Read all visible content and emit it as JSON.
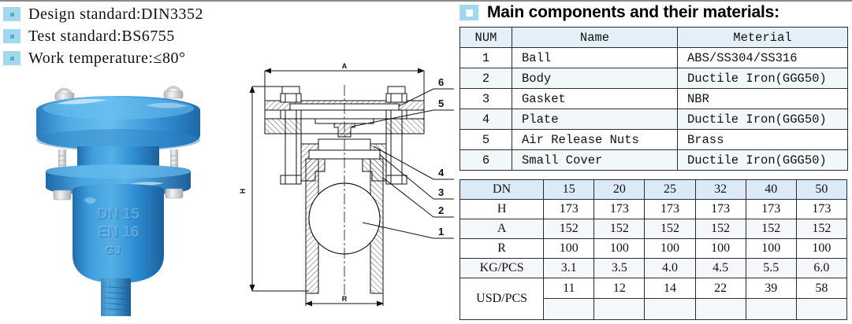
{
  "specs": [
    {
      "label": "Design standard:DIN3352"
    },
    {
      "label": "Test standard:BS6755"
    },
    {
      "label": "Work temperature:≤80°"
    }
  ],
  "product_photo": {
    "name": "blue-air-release-valve",
    "embossed_lines": [
      "DN 15",
      "EN 16",
      "GJ"
    ],
    "body_color": "#2f8fd4",
    "bolt_color": "#e8e8e8"
  },
  "drawing": {
    "name": "valve-cross-section",
    "dimension_labels": {
      "width_top": "A",
      "height_left": "H",
      "width_bottom": "R"
    },
    "callouts": [
      "6",
      "5",
      "4",
      "3",
      "2",
      "1"
    ]
  },
  "materials_panel": {
    "title": "Main components and their materials:",
    "headers": [
      "NUM",
      "Name",
      "Meterial"
    ],
    "rows": [
      {
        "num": "1",
        "name": "Ball",
        "material": "ABS/SS304/SS316"
      },
      {
        "num": "2",
        "name": "Body",
        "material": "Ductile Iron(GGG50)"
      },
      {
        "num": "3",
        "name": "Gasket",
        "material": "NBR"
      },
      {
        "num": "4",
        "name": "Plate",
        "material": "Ductile Iron(GGG50)"
      },
      {
        "num": "5",
        "name": "Air Release Nuts",
        "material": "Brass"
      },
      {
        "num": "6",
        "name": "Small Cover",
        "material": "Ductile Iron(GGG50)"
      }
    ]
  },
  "dimensions_table": {
    "header_label": "DN",
    "sizes": [
      "15",
      "20",
      "25",
      "32",
      "40",
      "50"
    ],
    "rows": [
      {
        "label": "H",
        "values": [
          "173",
          "173",
          "173",
          "173",
          "173",
          "173"
        ]
      },
      {
        "label": "A",
        "values": [
          "152",
          "152",
          "152",
          "152",
          "152",
          "152"
        ]
      },
      {
        "label": "R",
        "values": [
          "100",
          "100",
          "100",
          "100",
          "100",
          "100"
        ]
      },
      {
        "label": "KG/PCS",
        "values": [
          "3.1",
          "3.5",
          "4.0",
          "4.5",
          "5.5",
          "6.0"
        ]
      },
      {
        "label": "USD/PCS",
        "values": [
          "11",
          "12",
          "14",
          "22",
          "39",
          "58"
        ]
      }
    ]
  },
  "colors": {
    "bullet_blue": "#9fd8ef",
    "table_header_blue": "#e3f0f8",
    "dim_header_blue": "#dbeaf6",
    "border": "#2b2b2b",
    "valve_blue": "#2f8fd4"
  }
}
